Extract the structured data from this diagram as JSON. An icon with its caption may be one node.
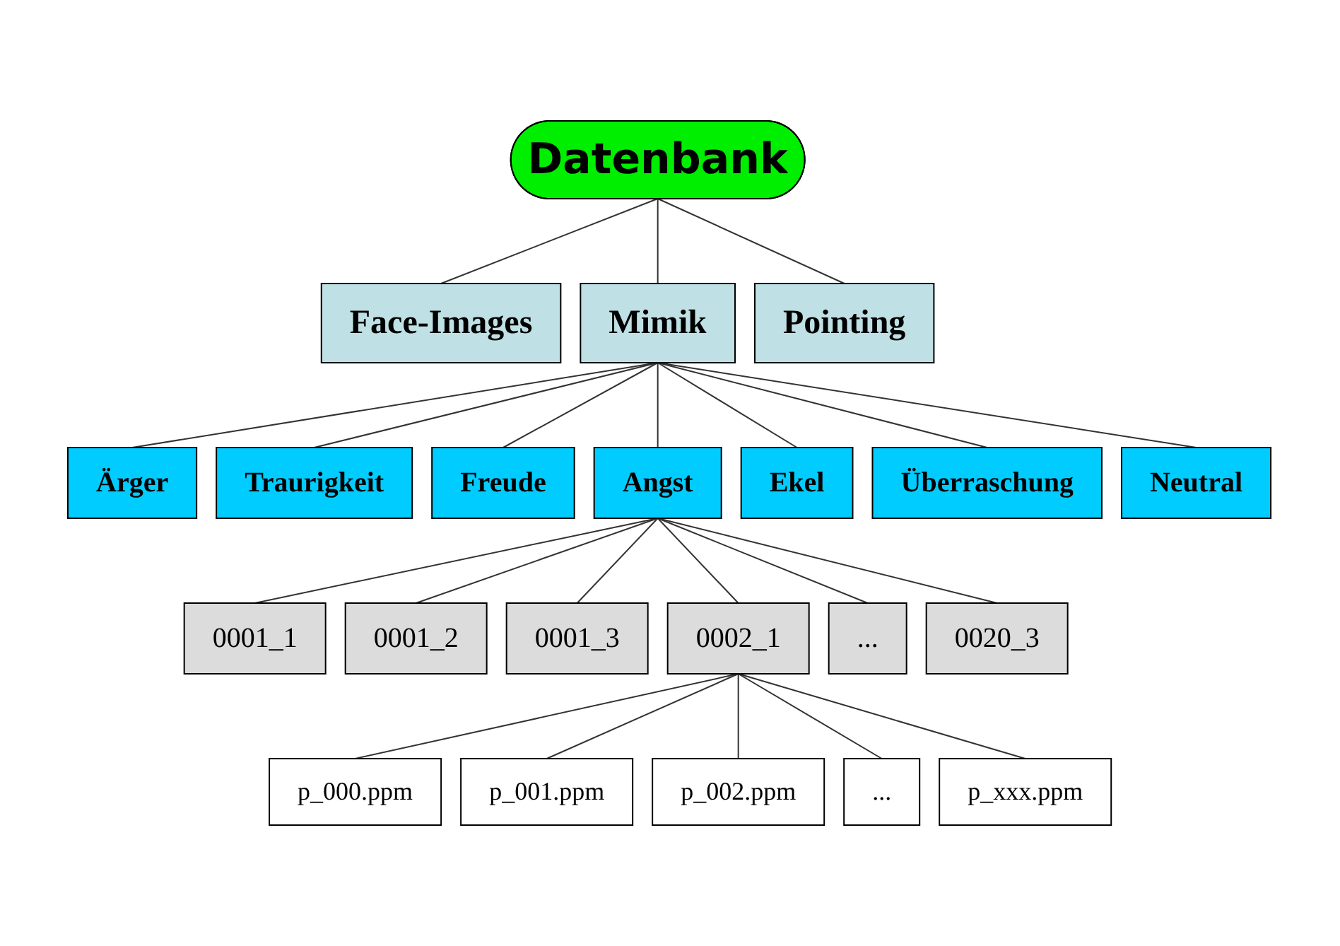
{
  "diagram": {
    "nodes": [
      {
        "text": [
          "Datenbank"
        ]
      },
      {
        "text": [
          "Face-Images"
        ]
      },
      {
        "text": [
          "Mimik"
        ]
      },
      {
        "text": [
          "Pointing"
        ]
      },
      {
        "text": [
          "Ärger"
        ]
      },
      {
        "text": [
          "Traurigkeit"
        ]
      },
      {
        "text": [
          "Freude"
        ]
      },
      {
        "text": [
          "Angst"
        ]
      },
      {
        "text": [
          "Ekel"
        ]
      },
      {
        "text": [
          "Überraschung"
        ]
      },
      {
        "text": [
          "Neutral"
        ]
      },
      {
        "text": [
          "0001_1"
        ]
      },
      {
        "text": [
          "0001_2"
        ]
      },
      {
        "text": [
          "0001_3"
        ]
      },
      {
        "text": [
          "0002_1"
        ]
      },
      {
        "text": [
          "..."
        ]
      },
      {
        "text": [
          "0020_3"
        ]
      },
      {
        "text": [
          "p_000.ppm"
        ]
      },
      {
        "text": [
          "p_001.ppm"
        ]
      },
      {
        "text": [
          "p_002.ppm"
        ]
      },
      {
        "text": [
          "..."
        ]
      },
      {
        "text": [
          "p_xxx.ppm"
        ]
      }
    ],
    "edges": [
      {
        "from": 0,
        "to": 1,
        "arrow": "none"
      },
      {
        "from": 0,
        "to": 2,
        "arrow": "none"
      },
      {
        "from": 0,
        "to": 3,
        "arrow": "none"
      },
      {
        "from": 2,
        "to": 4,
        "arrow": "none"
      },
      {
        "from": 2,
        "to": 5,
        "arrow": "none"
      },
      {
        "from": 2,
        "to": 6,
        "arrow": "none"
      },
      {
        "from": 2,
        "to": 7,
        "arrow": "none"
      },
      {
        "from": 2,
        "to": 8,
        "arrow": "none"
      },
      {
        "from": 2,
        "to": 9,
        "arrow": "none"
      },
      {
        "from": 2,
        "to": 10,
        "arrow": "none"
      },
      {
        "from": 7,
        "to": 11,
        "arrow": "none"
      },
      {
        "from": 7,
        "to": 12,
        "arrow": "none"
      },
      {
        "from": 7,
        "to": 13,
        "arrow": "none"
      },
      {
        "from": 7,
        "to": 14,
        "arrow": "none"
      },
      {
        "from": 7,
        "to": 15,
        "arrow": "none"
      },
      {
        "from": 7,
        "to": 16,
        "arrow": "none"
      },
      {
        "from": 14,
        "to": 17,
        "arrow": "none"
      },
      {
        "from": 14,
        "to": 18,
        "arrow": "none"
      },
      {
        "from": 14,
        "to": 19,
        "arrow": "none"
      },
      {
        "from": 14,
        "to": 20,
        "arrow": "none"
      },
      {
        "from": 14,
        "to": 21,
        "arrow": "none"
      }
    ]
  }
}
